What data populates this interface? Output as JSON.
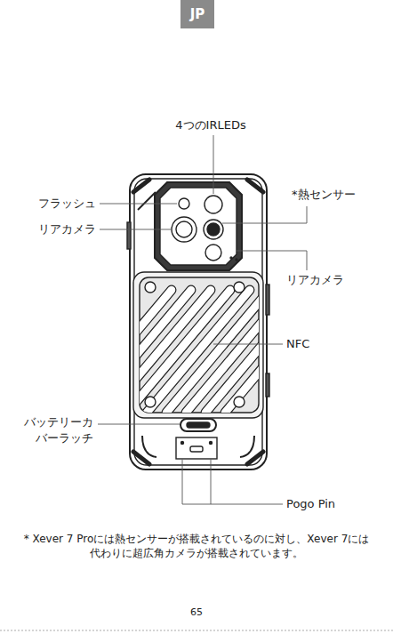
{
  "diagram": {
    "nodes": [
      {
        "text": [
          "JP"
        ]
      }
    ],
    "labels": [
      "4つのIRLEDs",
      "フラッシュ",
      "*熱センサー",
      "リアカメラ",
      "リアカメラ",
      "NFC",
      "バッテリーカ バーラッチ",
      "Pogo Pin",
      "* Xever 7 Proには熱センサーが搭載されているのに対し、Xever 7には代わりに超広角カメラが搭載されています。",
      "65"
    ]
  }
}
